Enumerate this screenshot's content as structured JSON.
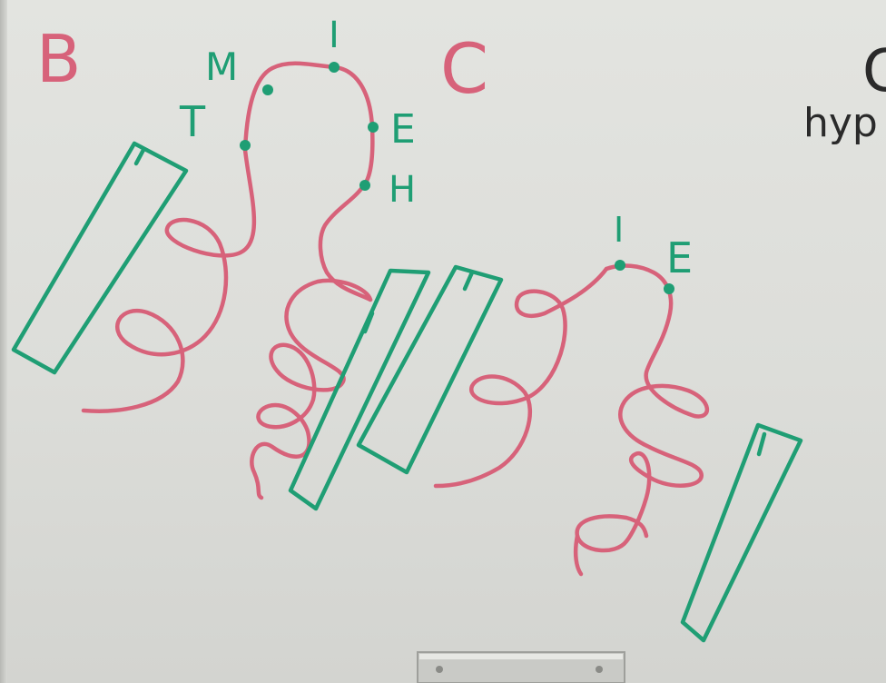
{
  "board": {
    "labels": {
      "domain_b": "B",
      "domain_c": "C",
      "res_t": "T",
      "res_m": "M",
      "res_i1": "I",
      "res_e1": "E",
      "res_h": "H",
      "res_i2": "I",
      "res_e2": "E",
      "edge_c": "C",
      "edge_hyp": "hyp"
    }
  },
  "colors": {
    "pink_marker": "#d7627a",
    "green_marker": "#1f9e74",
    "dark_marker": "#2a2a2a",
    "board_bg": "#dfe0dc",
    "tray": "#c9cac6"
  }
}
